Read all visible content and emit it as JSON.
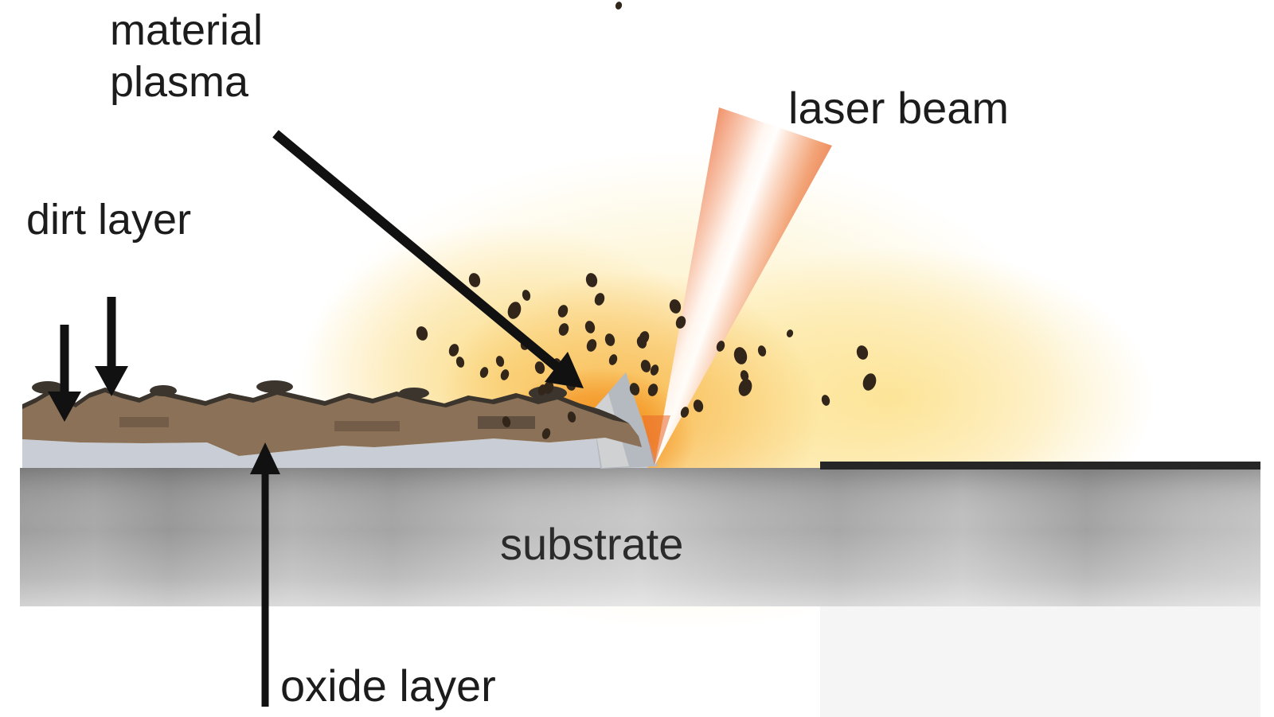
{
  "figure": {
    "type": "schematic-diagram",
    "subject": "laser ablation cleaning of a dirty oxidized surface"
  },
  "labels": {
    "material_plasma": "material plasma",
    "laser_beam": "laser beam",
    "dirt_layer": "dirt layer",
    "oxide_layer": "oxide layer",
    "substrate": "substrate"
  },
  "colors": {
    "ink": "#1c1c1c",
    "arrow": "#111111",
    "laser_edge": "#ec7a4a",
    "laser_center": "#fffefd",
    "laser_tip": "#e8662a",
    "plasma_core": "#f28914",
    "plasma_mid": "#f8b446",
    "plasma_halo": "#fdecaf",
    "dirt_dark": "#3b352d",
    "dirt_brown": "#8a7157",
    "oxide_layer": "#c9ced6",
    "crater_wall": "#b5b9c0",
    "substrate_gray": "#b0b0b0",
    "surface_edge_line": "#262626",
    "debris": "#32251a"
  },
  "debris_particles": [
    [
      596,
      352,
      7
    ],
    [
      646,
      390,
      8
    ],
    [
      743,
      352,
      7
    ],
    [
      753,
      376,
      6
    ],
    [
      530,
      419,
      7
    ],
    [
      570,
      440,
      6
    ],
    [
      578,
      455,
      5
    ],
    [
      608,
      468,
      5
    ],
    [
      628,
      454,
      5
    ],
    [
      634,
      471,
      5
    ],
    [
      661,
      371,
      5
    ],
    [
      660,
      432,
      6
    ],
    [
      678,
      462,
      6
    ],
    [
      708,
      414,
      6
    ],
    [
      700,
      457,
      5
    ],
    [
      689,
      487,
      6
    ],
    [
      717,
      483,
      6
    ],
    [
      707,
      391,
      6
    ],
    [
      741,
      411,
      6
    ],
    [
      743,
      434,
      6
    ],
    [
      766,
      427,
      6
    ],
    [
      770,
      452,
      5
    ],
    [
      797,
      489,
      6
    ],
    [
      809,
      424,
      6
    ],
    [
      811,
      460,
      6
    ],
    [
      820,
      490,
      6
    ],
    [
      848,
      385,
      7
    ],
    [
      855,
      405,
      6
    ],
    [
      806,
      430,
      6
    ],
    [
      822,
      465,
      5
    ],
    [
      930,
      447,
      8
    ],
    [
      936,
      487,
      8
    ],
    [
      877,
      510,
      6
    ],
    [
      860,
      518,
      5
    ],
    [
      1083,
      443,
      7
    ],
    [
      1092,
      480,
      8
    ],
    [
      1037,
      503,
      5
    ],
    [
      905,
      435,
      5
    ],
    [
      957,
      441,
      5
    ],
    [
      992,
      419,
      4
    ],
    [
      935,
      472,
      5
    ],
    [
      681,
      490,
      5
    ],
    [
      636,
      530,
      5
    ],
    [
      686,
      545,
      5
    ],
    [
      718,
      524,
      5
    ],
    [
      777,
      7,
      4
    ]
  ]
}
